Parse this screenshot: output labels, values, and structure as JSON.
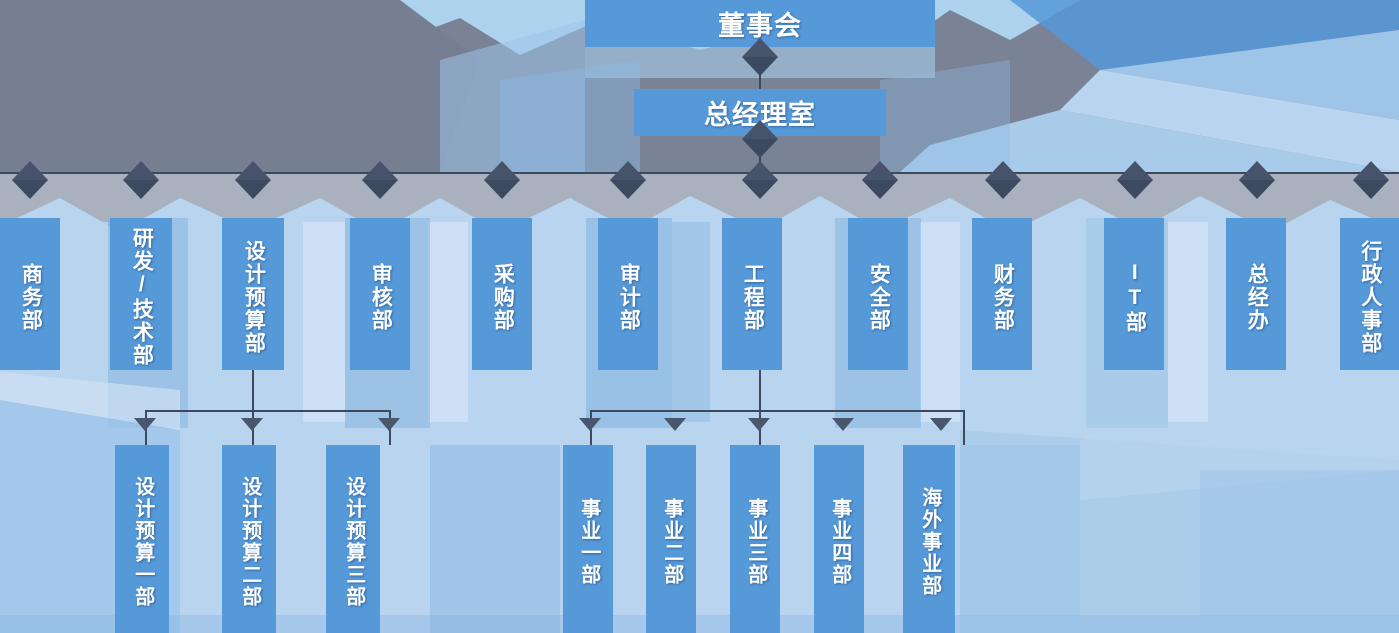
{
  "chart": {
    "title_hidden": "",
    "palette": {
      "node_blue": "#5699d9",
      "panel_light": "#b9d4ee",
      "panel_mid": "#85b4e0",
      "gray_band": "#7a8395",
      "gray_light": "#a8b1bd",
      "line_dark": "#3c4a60",
      "text": "#ffffff"
    },
    "levels": {
      "level1": [
        {
          "label": "董事会",
          "name": "board-of-directors"
        }
      ],
      "level2": [
        {
          "label": "总经理室",
          "name": "general-manager-office"
        }
      ],
      "level3": [
        {
          "label": "商务部",
          "name": "business-dept"
        },
        {
          "label": "研发/技术部",
          "name": "rd-technology-dept"
        },
        {
          "label": "设计预算部",
          "name": "design-budget-dept"
        },
        {
          "label": "审核部",
          "name": "review-dept"
        },
        {
          "label": "采购部",
          "name": "procurement-dept"
        },
        {
          "label": "审计部",
          "name": "audit-dept"
        },
        {
          "label": "工程部",
          "name": "engineering-dept"
        },
        {
          "label": "安全部",
          "name": "safety-dept"
        },
        {
          "label": "财务部",
          "name": "finance-dept"
        },
        {
          "label": "IT部",
          "name": "it-dept"
        },
        {
          "label": "总经办",
          "name": "gm-admin-office"
        },
        {
          "label": "行政人事部",
          "name": "admin-hr-dept"
        }
      ],
      "level4_design": [
        {
          "label": "设计预算一部",
          "name": "design-budget-1"
        },
        {
          "label": "设计预算二部",
          "name": "design-budget-2"
        },
        {
          "label": "设计预算三部",
          "name": "design-budget-3"
        }
      ],
      "level4_business": [
        {
          "label": "事业一部",
          "name": "business-unit-1"
        },
        {
          "label": "事业二部",
          "name": "business-unit-2"
        },
        {
          "label": "事业三部",
          "name": "business-unit-3"
        },
        {
          "label": "事业四部",
          "name": "business-unit-4"
        },
        {
          "label": "海外事业部",
          "name": "overseas-business-unit"
        }
      ]
    }
  }
}
